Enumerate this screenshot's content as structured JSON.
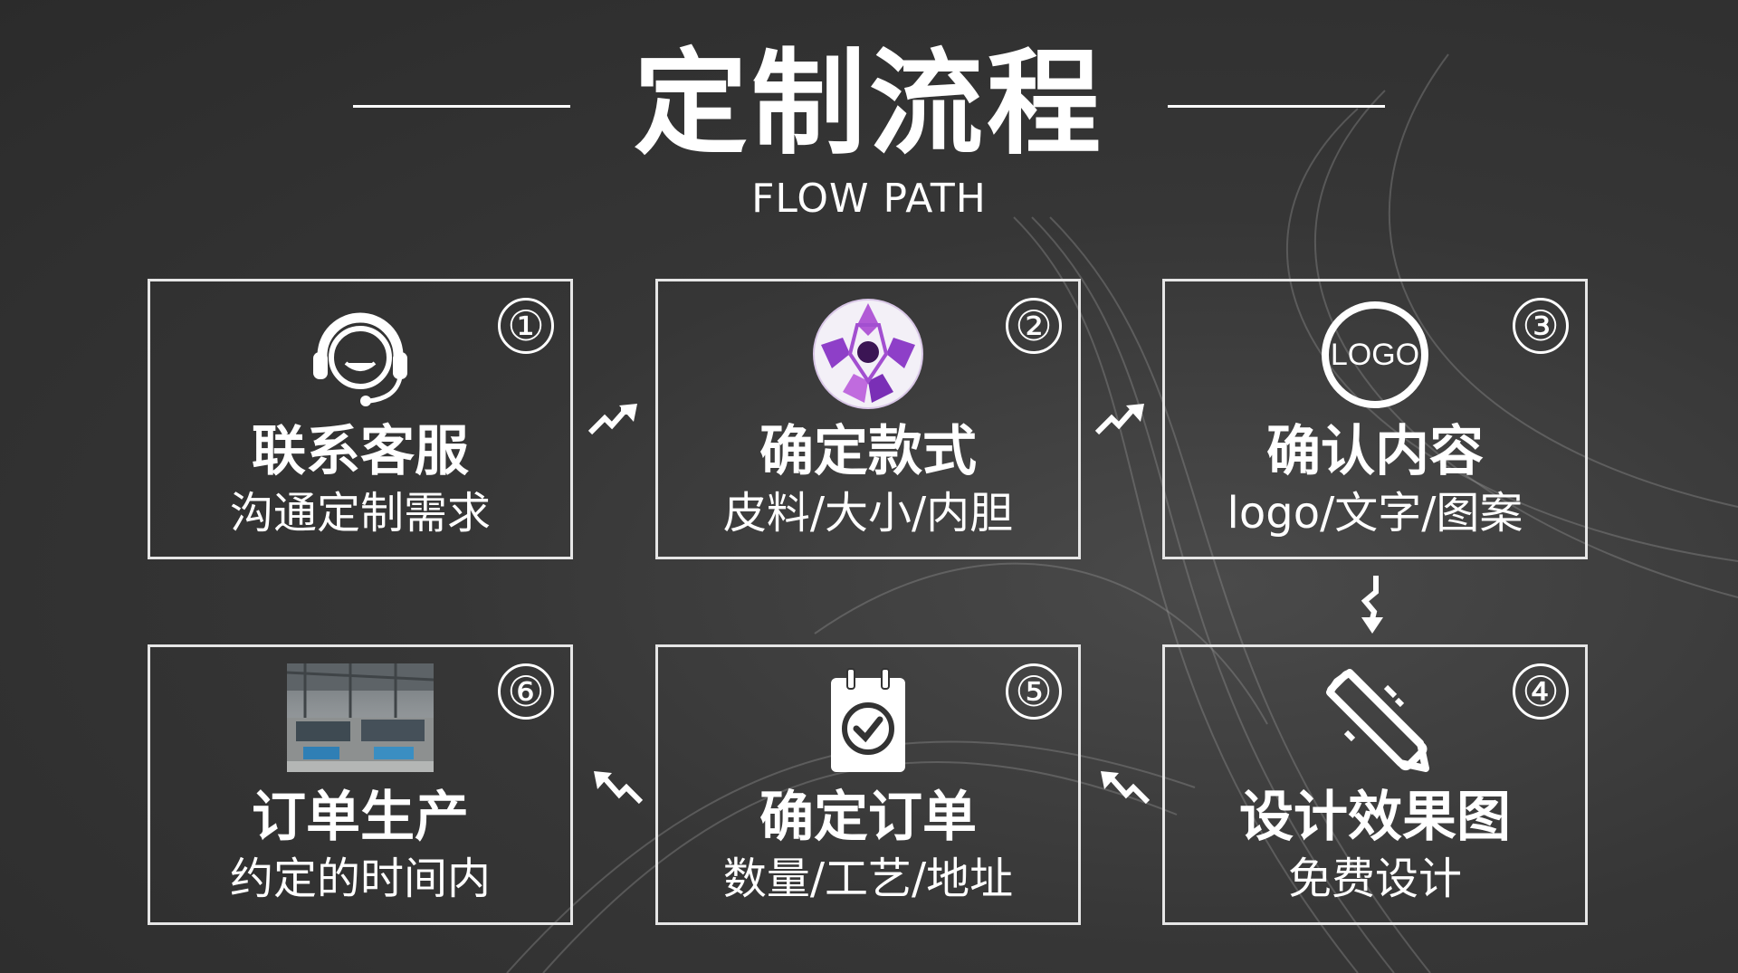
{
  "header": {
    "title": "定制流程",
    "subtitle": "FLOW PATH"
  },
  "steps": [
    {
      "number": "①",
      "title": "联系客服",
      "subtitle": "沟通定制需求",
      "icon": "customer-service-headset-icon"
    },
    {
      "number": "②",
      "title": "确定款式",
      "subtitle": "皮料/大小/内胆",
      "icon": "football-icon"
    },
    {
      "number": "③",
      "title": "确认内容",
      "subtitle": "logo/文字/图案",
      "icon": "logo-badge-icon",
      "icon_text": "LOGO"
    },
    {
      "number": "④",
      "title": "设计效果图",
      "subtitle": "免费设计",
      "icon": "pencil-ruler-icon"
    },
    {
      "number": "⑤",
      "title": "确定订单",
      "subtitle": "数量/工艺/地址",
      "icon": "clipboard-check-icon"
    },
    {
      "number": "⑥",
      "title": "订单生产",
      "subtitle": "约定的时间内",
      "icon": "factory-photo-icon"
    }
  ],
  "colors": {
    "background": "#333333",
    "foreground": "#ffffff",
    "ball_accent": "#8e3fc8"
  }
}
